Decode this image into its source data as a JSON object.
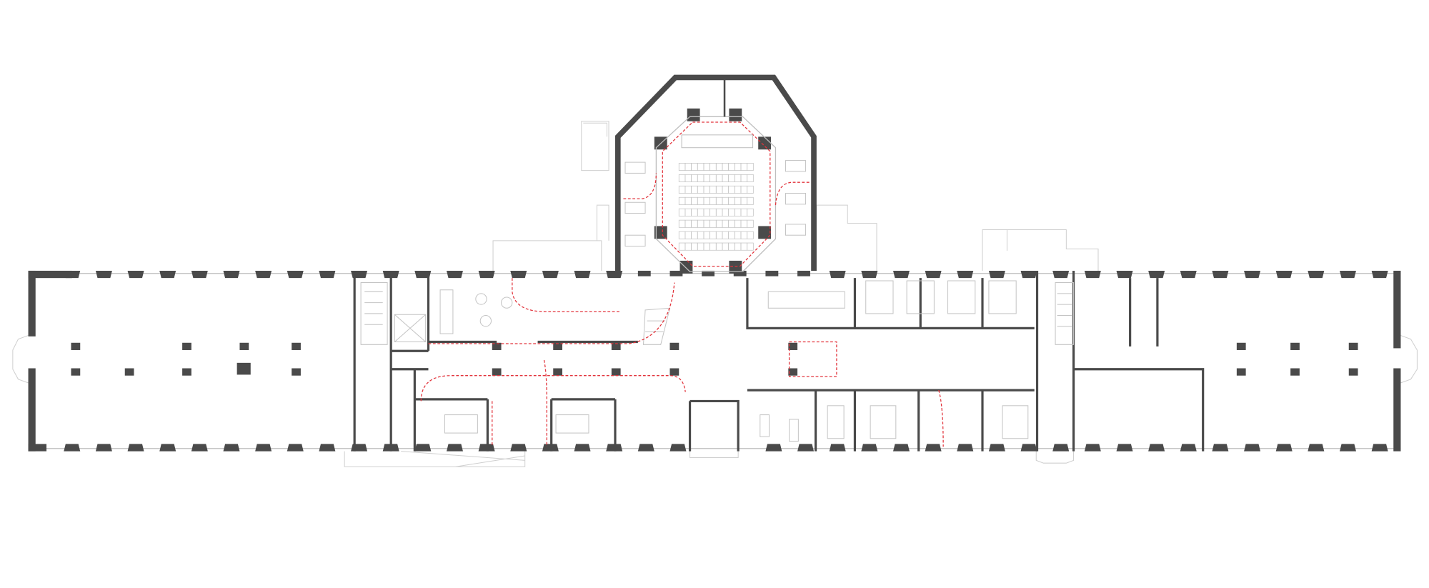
{
  "drawing": {
    "type": "architectural-floor-plan",
    "colors": {
      "background": "#ffffff",
      "wall": "#4a4a4a",
      "thin_line": "#bdbdbd",
      "furniture": "#c4c4c4",
      "route": "#e2343c"
    },
    "auditorium_seat_rows": 8,
    "auditorium_seats_per_row": 12
  }
}
